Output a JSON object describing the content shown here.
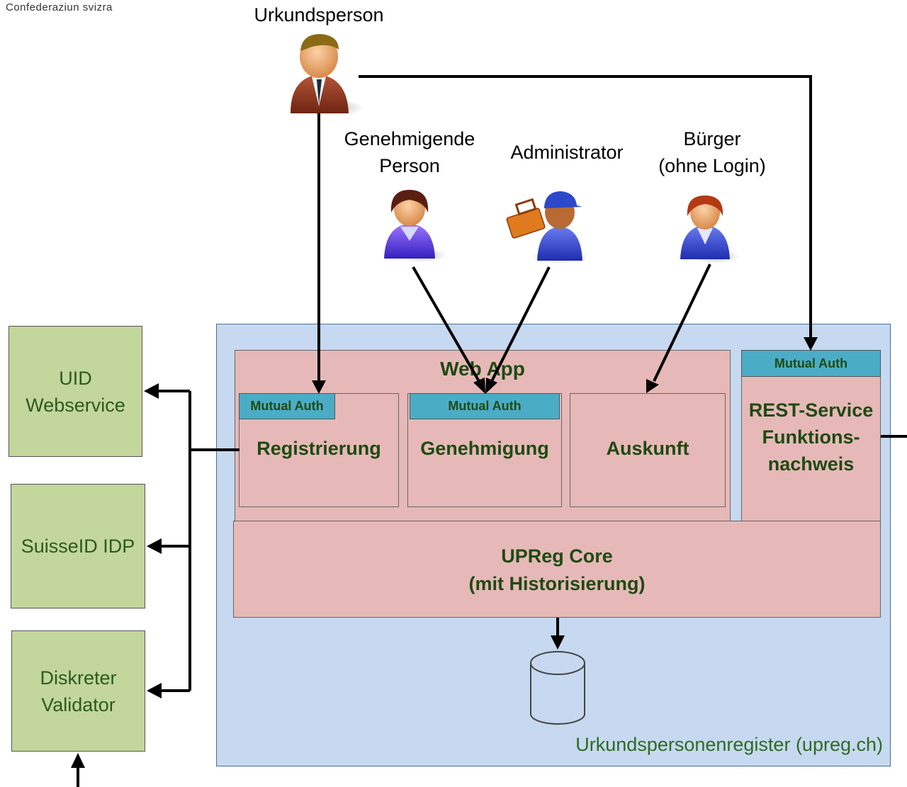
{
  "header": {
    "text": "Confederaziun svizra"
  },
  "actors": {
    "urkundsperson": "Urkundsperson",
    "genehmigende_line1": "Genehmigende",
    "genehmigende_line2": "Person",
    "administrator": "Administrator",
    "buerger_line1": "Bürger",
    "buerger_line2": "(ohne Login)"
  },
  "webapp": {
    "title": "Web App",
    "registrierung": "Registrierung",
    "genehmigung": "Genehmigung",
    "auskunft": "Auskunft",
    "mutual_auth": "Mutual Auth"
  },
  "rest": {
    "mutual_auth": "Mutual Auth",
    "line1": "REST-Service",
    "line2": "Funktions-",
    "line3": "nachweis"
  },
  "core": {
    "line1": "UPReg Core",
    "line2": "(mit Historisierung)"
  },
  "external": {
    "uid_line1": "UID",
    "uid_line2": "Webservice",
    "suisseid": "SuisseID IDP",
    "validator_line1": "Diskreter",
    "validator_line2": "Validator"
  },
  "region_label": "Urkundspersonenregister (upreg.ch)",
  "colors": {
    "region": "#c6d9f0",
    "component": "#e6b9b8",
    "auth": "#4bacc6",
    "external": "#c3d69b",
    "text_green": "#1e4a12"
  }
}
